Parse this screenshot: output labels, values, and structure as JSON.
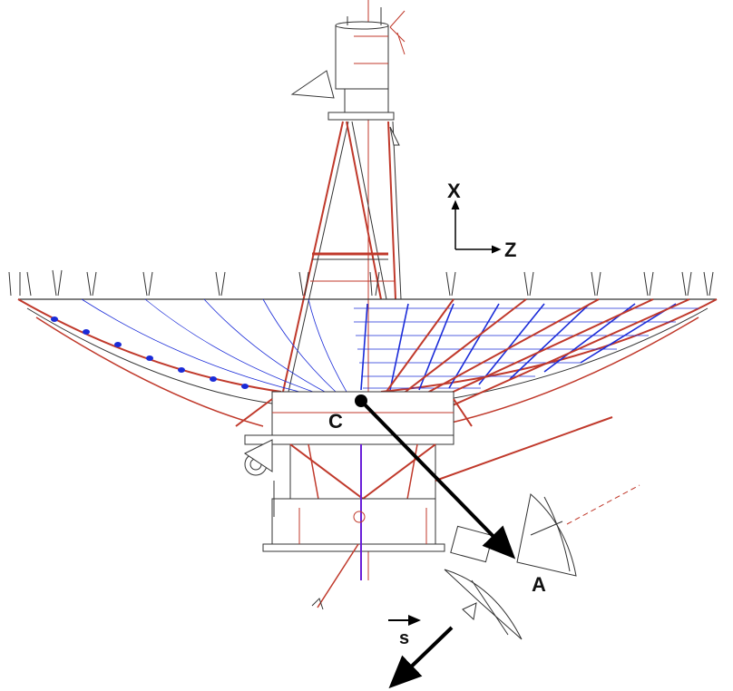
{
  "labels": {
    "x_axis": "X",
    "z_axis": "Z",
    "point_c": "C",
    "point_a": "A",
    "vector_s": "s"
  },
  "colors": {
    "structure": "#c0392b",
    "dark": "#333333",
    "panels": "#1a2bd8",
    "vector": "#000000",
    "axis_line": "#e06060"
  }
}
